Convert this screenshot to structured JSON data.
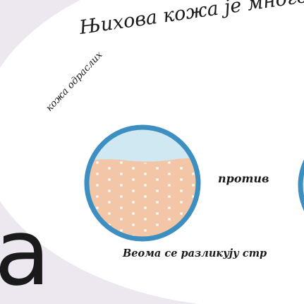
{
  "big_letter": "a",
  "headline": "Њихова кожа је много",
  "arc_label": "кожа одраслих",
  "versus_label": "против",
  "caption": "Веома се разликују стр",
  "icons": {
    "adult_skin": "adult-skin-cross-section-icon",
    "second_skin": "second-skin-cross-section-icon"
  },
  "colors": {
    "background": "#ede7ef",
    "panel": "#ffffff",
    "ring": "#3d8fc2",
    "sky": "#cfe8f1",
    "cells": "#f3c6a7",
    "cell_outline": "#ffffff"
  }
}
